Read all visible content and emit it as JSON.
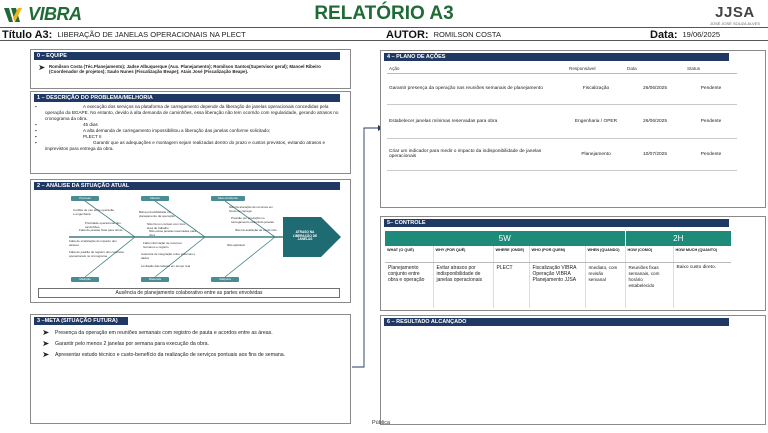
{
  "header": {
    "brand_left": "VIBRA",
    "title": "RELATÓRIO A3",
    "brand_right": "JJSA",
    "brand_right_sub": "JOSÉ JOSÉ SOUZA ALVES"
  },
  "titlebar": {
    "title_label": "Título A3:",
    "title_value": "LIBERAÇÃO DE JANELAS OPERACIONAIS NA PLECT",
    "author_label": "AUTOR:",
    "author_value": "ROMILSON COSTA",
    "date_label": "Data:",
    "date_value": "19/06/2025"
  },
  "equipe": {
    "heading": "0 – EQUIPE",
    "text": "Romilson Costa (Téc.Planejamento); Jadse Albuquerque (Aux. Planejamento); Romilson Santos(Supervisor geral); Manoel Ribeiro (Coordenador de projetos); Saulo Nunes (Fiscalização Beape); Atais José (Fiscalização Beape)."
  },
  "problema": {
    "heading": "1 – DESCRIÇÃO DO PROBLEMA/MELHORIA",
    "lines": [
      "A execução dos serviços na plataforma de carregamento depende da liberação de janelas operacionais concedidas pela operação da BGAPE. No entanto, devido à alta demanda de caminhões, essa liberação não tem ocorrido com regularidade, gerando atrasos no cronograma da obra.",
      "45 dias",
      "A alta demanda de carregamento impossibilitou a liberação das janelas conforme solicitado;",
      "PLECT II",
      "Garantir que as adequações e montagem sejam realizadas dentro do prazo e custos previstos, evitando atrasos e imprevistos para entrega da obra."
    ]
  },
  "analise": {
    "heading": "2 – ANÁLISE DA SITUAÇÃO ATUAL",
    "categories_top": [
      "Pessoas",
      "Método",
      "Meio Ambiente"
    ],
    "categories_bottom": [
      "Medição",
      "Materiais",
      "Máquina"
    ],
    "causes": [
      "Conflito de uso entre operação e engenharia",
      "Prioridade operacional dos caminhões",
      "Falta de janelas fixas para obras",
      "Baixa previsibilidade no planejamento da operação",
      "Não há um contato com foco, área de trabalho",
      "Não existe janelas reservadas para obra",
      "Não há alocação de recursos em horas de carrega",
      "Pressão por produção no carregamento reduzindo janelas",
      "Não há avaliação de custo ócio",
      "Falta de sinalização do impacto dos atrasos",
      "Falta de padrão de registro dos contratos operacionais no cronograma",
      "Falta informação de recursos humanos e registro",
      "Ausência de integração entre sistemas e dados",
      "Limitação das tabelas em tempo real",
      "Não aplicável"
    ],
    "effect": "ATRASO NA LIBERAÇÃO DE JANELAS",
    "conclusion": "Ausência de planejamento colaborativo entre as partes envolvidas"
  },
  "meta": {
    "heading": "3 –META (SITUAÇÃO FUTURA)",
    "items": [
      "Presença da operação em reuniões semanais com registro de pauta e acordos entre as áreas.",
      "Garantir pelo menos 2 janelas por semana para execução da obra.",
      "Apresentar estudo técnico e custo-benefício da realização de serviços pontuais aos fins de semana."
    ]
  },
  "plano": {
    "heading": "4 – PLANO DE AÇÕES",
    "columns": [
      "Ação",
      "Responsável",
      "Data",
      "Status"
    ],
    "rows": [
      [
        "Garantir presença da operação nas reuniões semanais de planejamento",
        "Fiscalização",
        "26/06/2025",
        "Pendente"
      ],
      [
        "Estabelecer janelas mínimas reservadas para obra",
        "Engenharia / OPER",
        "26/06/2025",
        "Pendente"
      ],
      [
        "Criar um indicador para medir o impacto da indisponibilidade de janelas operacionais",
        "Planejamento",
        "10/07/2025",
        "Pendente"
      ]
    ]
  },
  "controle": {
    "heading": "5– CONTROLE",
    "group_5w": "5W",
    "group_2h": "2H",
    "columns": [
      "WHAT (O QUÊ)",
      "WHY (POR QUÊ)",
      "WHERE (ONDE)",
      "WHO (POR QUEM)",
      "WHEN (QUANDO)",
      "HOW (COMO)",
      "HOW MUCH (QUANTO)"
    ],
    "row": [
      "Planejamento conjunto entre obra e operação",
      "Evitar atrasos por indisponibilidade de janelas operacionais",
      "PLECT",
      "Fiscalização VIBRA Operação VIBRA Planejamento JJSA",
      "Imediato, com revisão semanal",
      "Reuniões fixas semanais, com horário estabelecido",
      "Baixo custo direto."
    ]
  },
  "resultado": {
    "heading": "6 – RESULTADO ALCANÇADO"
  },
  "footer": {
    "classification": "Pública"
  },
  "colors": {
    "brand_green": "#1f6a35",
    "section_navy": "#1f3864",
    "teal": "#1e8a7a",
    "effect_teal": "#1f6b74"
  }
}
